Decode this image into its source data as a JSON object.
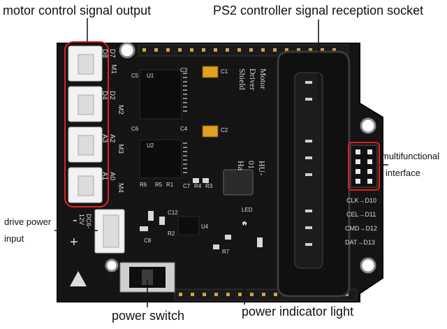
{
  "labels": {
    "motor_output": "motor control signal output",
    "ps2_socket": "PS2 controller signal reception socket",
    "multifunctional_1": "multifunctional",
    "multifunctional_2": "interface",
    "drive_power_1": "drive power",
    "drive_power_2": "input",
    "power_switch": "power switch",
    "power_light": "power indicator light"
  },
  "silkscreen": {
    "m1": "M1",
    "m2": "M2",
    "m3": "M3",
    "m4": "M4",
    "d7d8": "D7 D8",
    "d2d4": "D2 D4",
    "a2a3": "A2 A3",
    "a0a1": "A0 A1",
    "dc": "DC6-12V",
    "minus": "-",
    "plus": "+",
    "shield_title": "Motor Driver Shield",
    "model": "HU-01 Ha",
    "clk": "CLK→D10",
    "cel": "CEL→D11",
    "cmd": "CMD→D12",
    "dat": "DAT→D13",
    "led": "LED",
    "c1": "C1",
    "c2": "C2",
    "c3": "C3",
    "c4": "C4",
    "c5": "C5",
    "c6": "C6",
    "c7": "C7",
    "c8": "C8",
    "c12": "C12",
    "r1": "R1",
    "r2": "R2",
    "r3": "R3",
    "r4": "R4",
    "r5": "R5",
    "r6": "R6",
    "r7": "R7",
    "u1": "U1",
    "u2": "U2",
    "u4": "U4"
  },
  "colors": {
    "board": "#141414",
    "annotation_red": "#e02020",
    "connector_white": "#f2f2f2",
    "header": "#1b1b1b",
    "pin_gold": "#c9a44a"
  }
}
